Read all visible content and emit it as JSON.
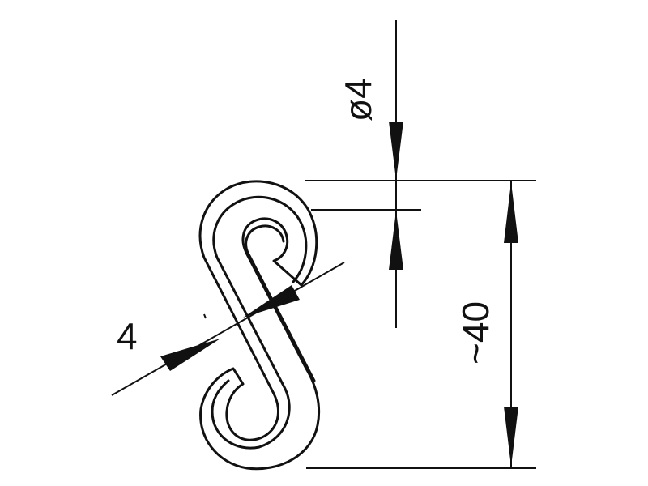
{
  "drawing": {
    "labels": {
      "diameter": "ø4",
      "wire_width": "4",
      "length": "~40"
    }
  }
}
